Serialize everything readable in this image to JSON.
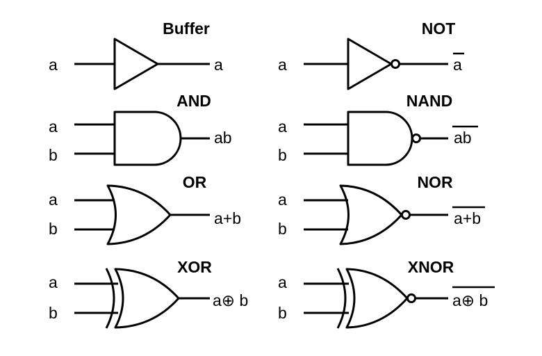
{
  "gates": [
    {
      "id": "buffer",
      "title": "Buffer",
      "inputs": [
        "a"
      ],
      "output": "a",
      "inverted_output": false
    },
    {
      "id": "not",
      "title": "NOT",
      "inputs": [
        "a"
      ],
      "output": "a",
      "inverted_output": true
    },
    {
      "id": "and",
      "title": "AND",
      "inputs": [
        "a",
        "b"
      ],
      "output": "ab",
      "inverted_output": false
    },
    {
      "id": "nand",
      "title": "NAND",
      "inputs": [
        "a",
        "b"
      ],
      "output": "ab",
      "inverted_output": true
    },
    {
      "id": "or",
      "title": "OR",
      "inputs": [
        "a",
        "b"
      ],
      "output": "a+b",
      "inverted_output": false
    },
    {
      "id": "nor",
      "title": "NOR",
      "inputs": [
        "a",
        "b"
      ],
      "output": "a+b",
      "inverted_output": true
    },
    {
      "id": "xor",
      "title": "XOR",
      "inputs": [
        "a",
        "b"
      ],
      "output": "a⊕ b",
      "inverted_output": false
    },
    {
      "id": "xnor",
      "title": "XNOR",
      "inputs": [
        "a",
        "b"
      ],
      "output": "a⊕ b",
      "inverted_output": true
    }
  ]
}
